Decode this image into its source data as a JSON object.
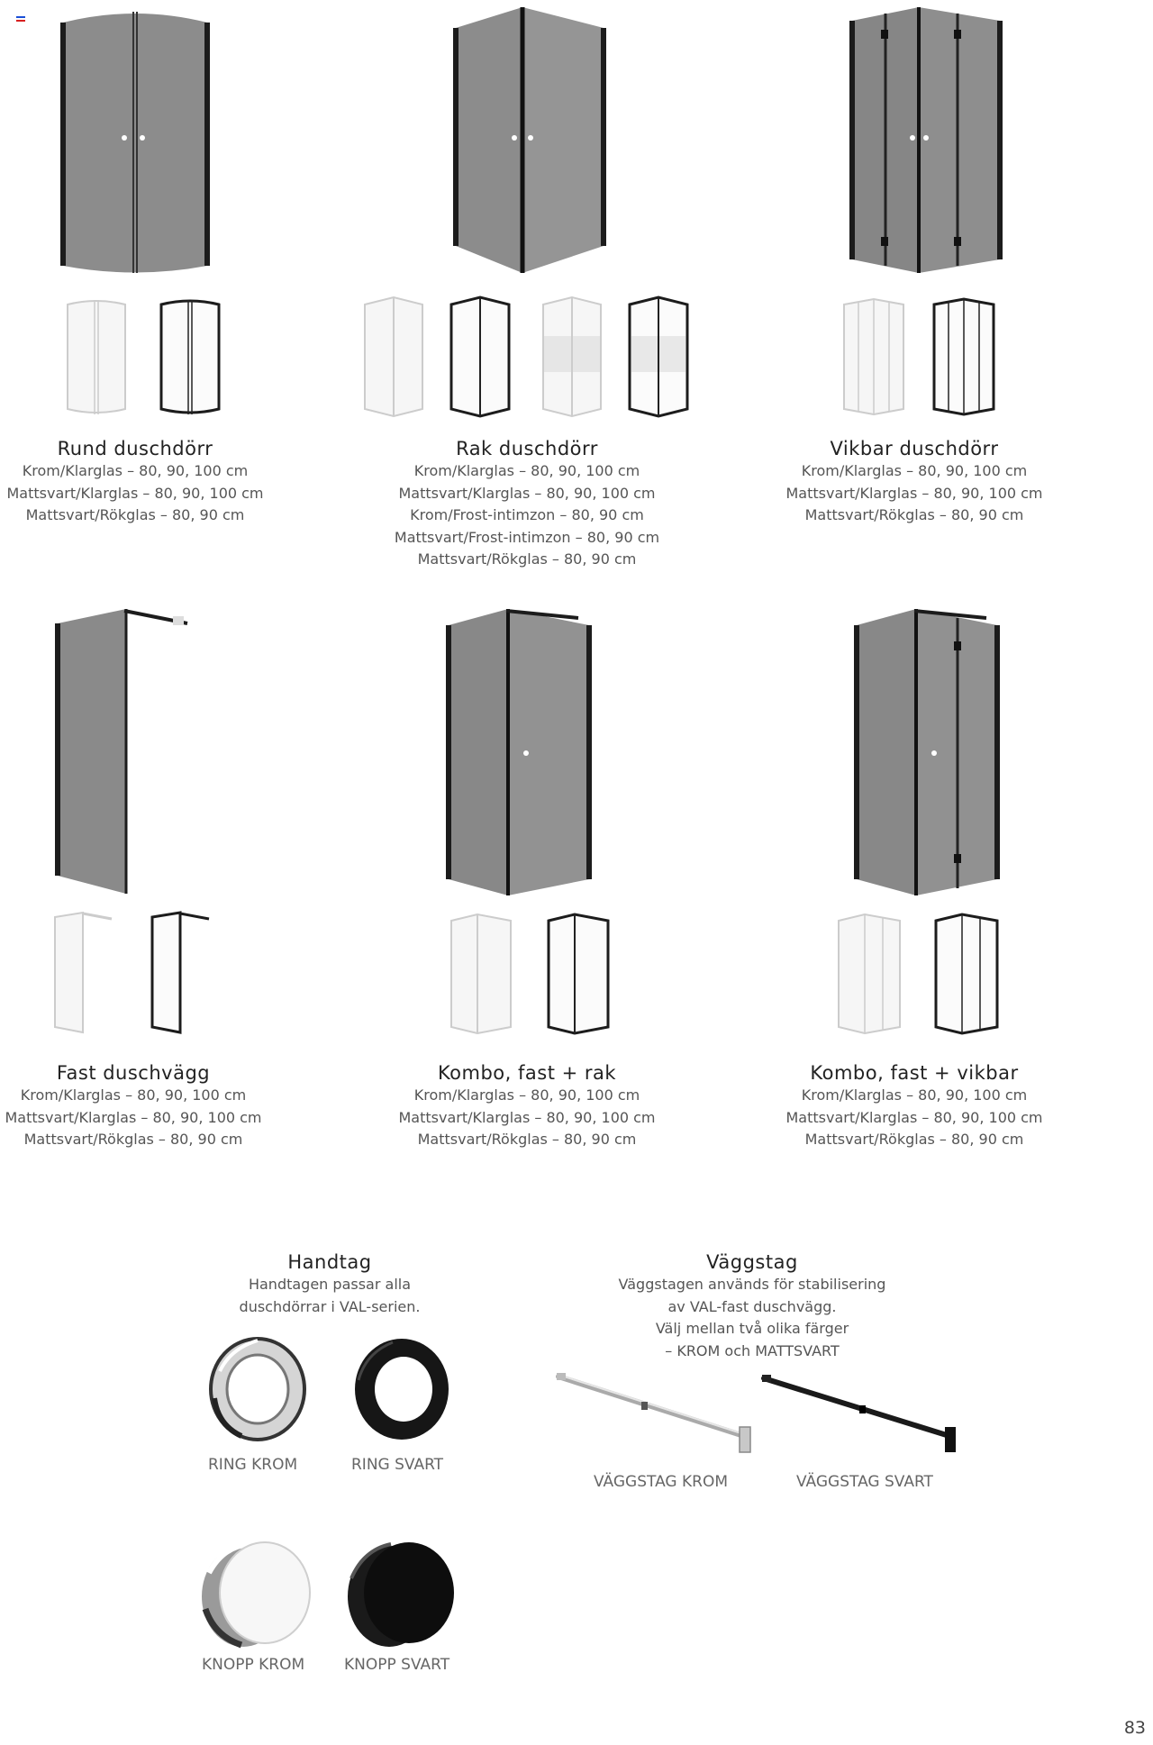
{
  "page_number": "83",
  "products": [
    {
      "title": "Rund duschdörr",
      "variants": [
        "Krom/Klarglas – 80, 90, 100 cm",
        "Mattsvart/Klarglas – 80, 90, 100 cm",
        "Mattsvart/Rökglas – 80, 90 cm"
      ]
    },
    {
      "title": "Rak duschdörr",
      "variants": [
        "Krom/Klarglas – 80, 90, 100 cm",
        "Mattsvart/Klarglas – 80, 90, 100 cm",
        "Krom/Frost-intimzon – 80, 90 cm",
        "Mattsvart/Frost-intimzon – 80, 90 cm",
        "Mattsvart/Rökglas – 80, 90 cm"
      ]
    },
    {
      "title": "Vikbar duschdörr",
      "variants": [
        "Krom/Klarglas – 80, 90, 100 cm",
        "Mattsvart/Klarglas – 80, 90, 100 cm",
        "Mattsvart/Rökglas – 80, 90 cm"
      ]
    },
    {
      "title": "Fast duschvägg",
      "variants": [
        "Krom/Klarglas – 80, 90, 100 cm",
        "Mattsvart/Klarglas – 80, 90, 100 cm",
        "Mattsvart/Rökglas – 80, 90 cm"
      ]
    },
    {
      "title": "Kombo, fast + rak",
      "variants": [
        "Krom/Klarglas – 80, 90, 100 cm",
        "Mattsvart/Klarglas – 80, 90, 100 cm",
        "Mattsvart/Rökglas – 80, 90 cm"
      ]
    },
    {
      "title": "Kombo, fast + vikbar",
      "variants": [
        "Krom/Klarglas – 80, 90, 100 cm",
        "Mattsvart/Klarglas – 80, 90, 100 cm",
        "Mattsvart/Rökglas – 80, 90 cm"
      ]
    }
  ],
  "handtag": {
    "title": "Handtag",
    "description": [
      "Handtagen passar alla",
      "duschdörrar i VAL-serien."
    ],
    "items": [
      "RING KROM",
      "RING SVART",
      "KNOPP KROM",
      "KNOPP SVART"
    ]
  },
  "vaggstag": {
    "title": "Väggstag",
    "description": [
      "Väggstagen används för stabilisering",
      "av VAL-fast duschvägg.",
      "Välj mellan två olika färger",
      "– KROM och MATTSVART"
    ],
    "items": [
      "VÄGGSTAG KROM",
      "VÄGGSTAG SVART"
    ]
  },
  "colors": {
    "glass_smoke": "#8a8a8a",
    "frame_black": "#1c1c1c",
    "chrome": "#c9c9c9"
  }
}
